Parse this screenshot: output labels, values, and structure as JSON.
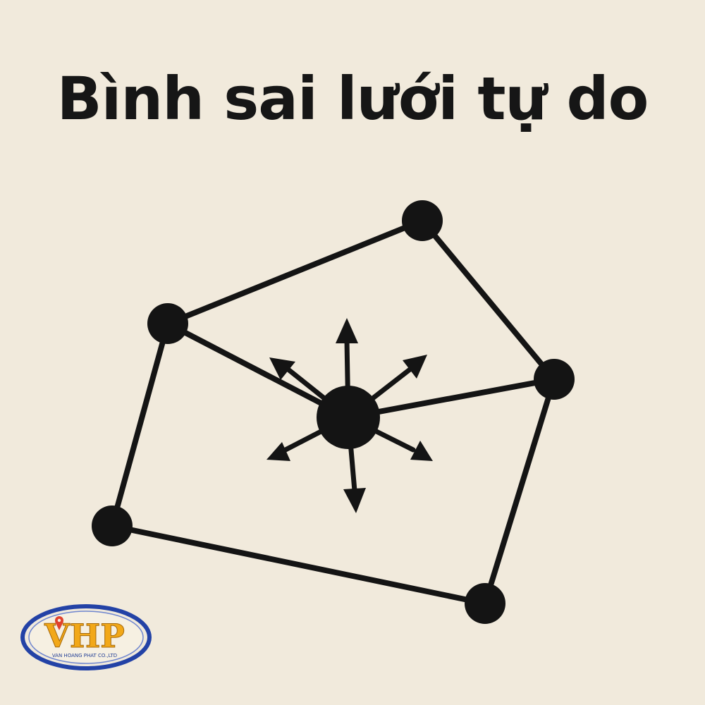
{
  "title": "Bình sai lưới tự do",
  "colors": {
    "background": "#f1eadc",
    "ink": "#141414",
    "logo_ring": "#2342a6",
    "logo_text": "#f2a818"
  },
  "diagram": {
    "nodes": [
      "node-top-right",
      "node-left",
      "node-right",
      "node-bottom-left",
      "node-bottom-right",
      "node-center"
    ],
    "edges": [
      [
        "node-left",
        "node-top-right"
      ],
      [
        "node-top-right",
        "node-right"
      ],
      [
        "node-right",
        "node-bottom-right"
      ],
      [
        "node-bottom-right",
        "node-bottom-left"
      ],
      [
        "node-bottom-left",
        "node-left"
      ],
      [
        "node-left",
        "node-center"
      ],
      [
        "node-right",
        "node-center"
      ]
    ],
    "arrow_icons": [
      "arrow-up-icon",
      "arrow-up-left-icon",
      "arrow-up-right-icon",
      "arrow-down-left-icon",
      "arrow-down-right-icon",
      "arrow-down-icon"
    ]
  },
  "logo": {
    "text": "VHP",
    "subtext": "VAN HOANG PHAT CO.,LTD",
    "icon": "location-pin-icon"
  }
}
